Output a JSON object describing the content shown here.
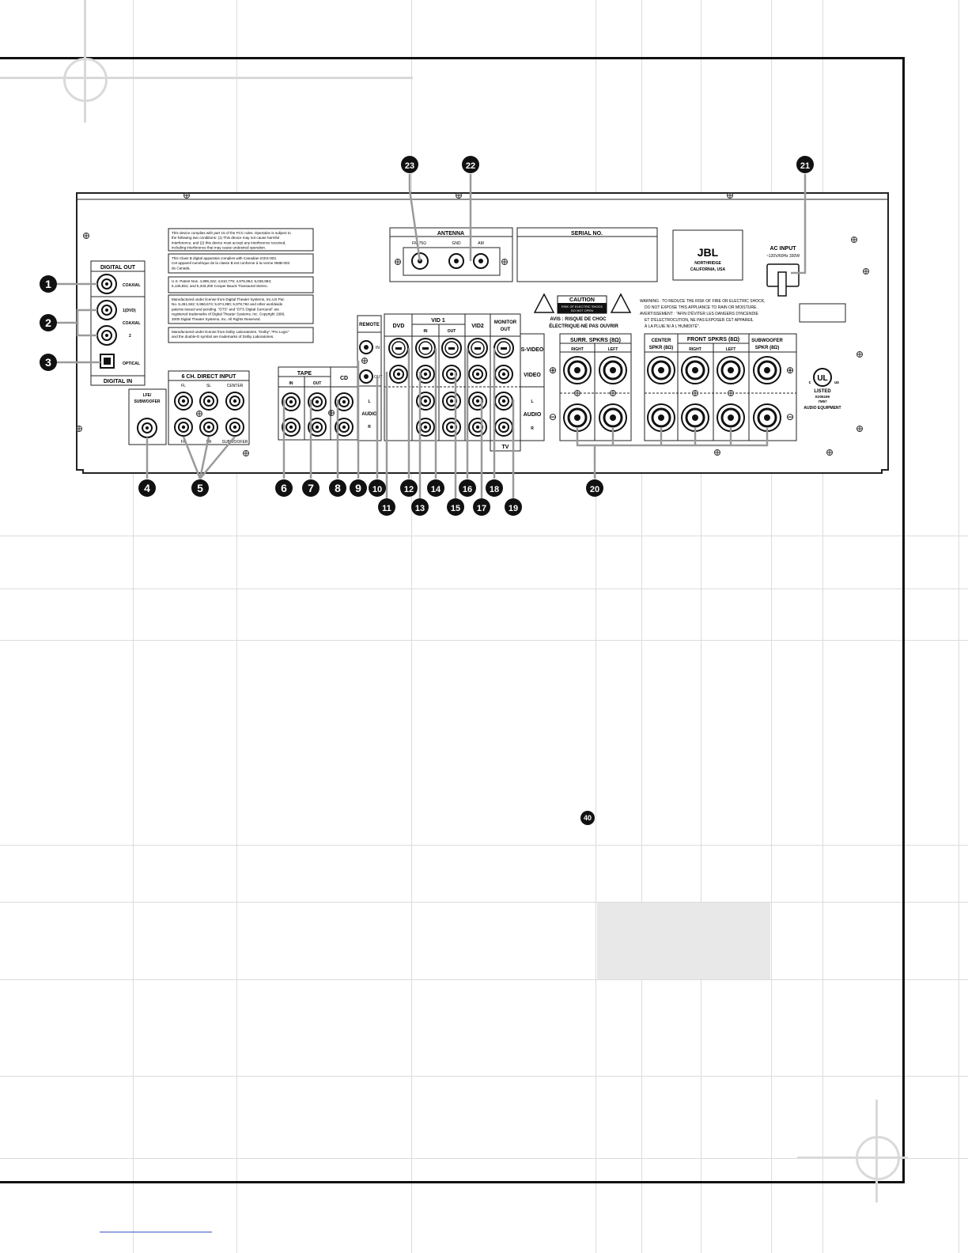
{
  "callout_numbers": [
    "1",
    "2",
    "3",
    "4",
    "5",
    "6",
    "7",
    "8",
    "9",
    "10",
    "11",
    "12",
    "13",
    "14",
    "15",
    "16",
    "17",
    "18",
    "19",
    "20",
    "21",
    "22",
    "23"
  ],
  "page_marker": "40",
  "panel": {
    "digital_out": {
      "title": "DIGITAL OUT",
      "coaxial": "COAXIAL"
    },
    "digital_in": {
      "title": "DIGITAL IN",
      "in1": "1(DVD)",
      "coaxial": "COAXIAL",
      "in2": "2",
      "optical": "OPTICAL"
    },
    "lfe": {
      "title1": "LFE/",
      "title2": "SUBWOOFER"
    },
    "six_ch": {
      "title": "6 CH. DIRECT INPUT",
      "fl": "FL",
      "sl": "SL",
      "center": "CENTER",
      "fr": "FR",
      "sr": "SR",
      "subwoofer": "SUBWOOFER"
    },
    "tape": {
      "title": "TAPE",
      "in": "IN",
      "out": "OUT"
    },
    "cd": {
      "title": "CD"
    },
    "remote": {
      "title": "REMOTE",
      "in": "IN",
      "out": "OUT"
    },
    "audio_l": "L",
    "audio": "AUDIO",
    "audio_r": "R",
    "dvd": "DVD",
    "vid1": {
      "title": "VID 1",
      "in": "IN",
      "out": "OUT"
    },
    "vid2": "VID2",
    "monitor_out": {
      "l1": "MONITOR",
      "l2": "OUT"
    },
    "svideo": "S-VIDEO",
    "video": "VIDEO",
    "tv": "TV",
    "antenna": {
      "title": "ANTENNA",
      "fm": "FM 75Ω",
      "gnd": "GND",
      "am": "AM"
    },
    "serial": "SERIAL NO.",
    "jbl": {
      "logo": "JBL",
      "l1": "NORTHRIDGE",
      "l2": "CALIFORNIA, USA"
    },
    "ac": {
      "title": "AC INPUT",
      "spec": "~120V/60Hz  330W"
    },
    "caution": {
      "title": "CAUTION",
      "l1": "RISK OF ELECTRIC SHOCK",
      "l2": "DO NOT OPEN",
      "avis1": "AVIS : RISQUE DE CHOC",
      "avis2": "ÉLECTRIQUE-NE PAS OUVRIR"
    },
    "warning": {
      "l1": "WARNING : TO REDUCE THE RISK OF FIRE OR ELECTRIC SHOCK,",
      "l2": "DO NOT EXPOSE THIS APPLIANCE TO RAIN OR MOISTURE.",
      "l3": "AVERTISSEMENT : \"AFIN D'ÉVITER LES DANGERS D'INCENDIE",
      "l4": "ET D'ÉLECTROCUTION, NE PAS EXPOSER CET APPAREIL",
      "l5": "À LA PLUIE NI À L'HUMIDITÉ\"."
    },
    "surr": {
      "title": "SURR. SPKRS (8Ω)",
      "right": "RIGHT",
      "left": "LEFT"
    },
    "center": {
      "l1": "CENTER",
      "l2": "SPKR (8Ω)"
    },
    "front": {
      "title": "FRONT SPKRS (8Ω)",
      "right": "RIGHT",
      "left": "LEFT"
    },
    "sub": {
      "l1": "SUBWOOFER",
      "l2": "SPKR (8Ω)"
    },
    "ul": {
      "c": "c",
      "us": "us",
      "listed": "LISTED",
      "code": "E206169",
      "code2": "7M57",
      "equip": "AUDIO EQUIPMENT"
    },
    "plus": "⊕",
    "minus": "⊖",
    "fcc": [
      "This device complies with part 15 of the FCC rules. Operation is subject to",
      "the following two conditions: (1) This device may not cause harmful",
      "interference, and (2) this device must accept any interference received,",
      "including interference that may cause undesired operation."
    ],
    "canada": [
      "This Class B digital apparatus complies with Canadian ICES-003.",
      "Cet appareil numérique de la classe B est conforme à la norme NMB-003",
      "du Canada."
    ],
    "patents": [
      "U.S. Patent Nos. 4,899,342; 4,910,779; 4,975,954; 5,036,993;",
      "5,136,651; and 5,333,200 Cooper Bauck Transaural Stereo."
    ],
    "dts": [
      "Manufactured under license from Digital Theater Systems, Inc.US Pat.",
      "No. 5,451,942; 5,956,674; 5,974,380; 5,978,762 and other worldwide",
      "patents issued and pending. \"DTS\" and \"DTS Digital Surround\" are",
      "registered trademarks of Digital Theater Systems, Inc. Copyright 1996,",
      "2000 Digital Theater Systems, Inc. All Rights Reserved."
    ],
    "dolby": [
      "Manufactured under license from Dolby Laboratories. \"Dolby\",\"Pro Logic\"",
      "and the double-D symbol are trademarks of Dolby Laboratories."
    ]
  }
}
